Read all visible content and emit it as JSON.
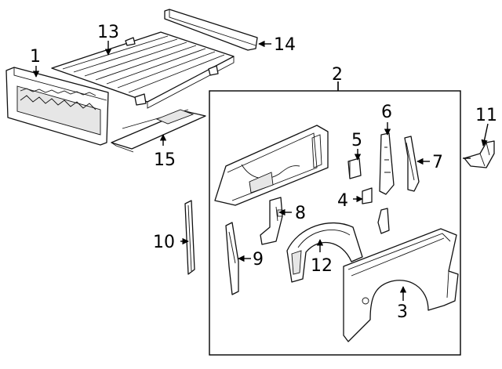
{
  "callouts": {
    "c1": "1",
    "c2": "2",
    "c3": "3",
    "c4": "4",
    "c5": "5",
    "c6": "6",
    "c7": "7",
    "c8": "8",
    "c9": "9",
    "c10": "10",
    "c11": "11",
    "c12": "12",
    "c13": "13",
    "c14": "14",
    "c15": "15"
  },
  "colors": {
    "line": "#111111",
    "background": "#ffffff",
    "shade": "#e6e6e6"
  }
}
